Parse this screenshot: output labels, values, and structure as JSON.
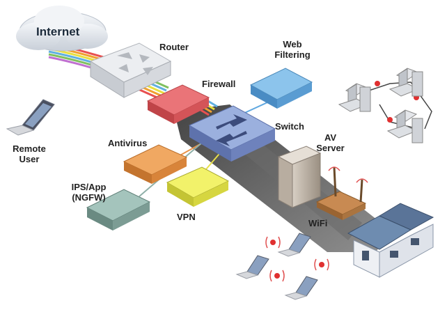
{
  "labels": {
    "internet": "Internet",
    "router": "Router",
    "firewall": "Firewall",
    "web_filtering_line1": "Web",
    "web_filtering_line2": "Filtering",
    "switch": "Switch",
    "antivirus": "Antivirus",
    "remote_user_line1": "Remote",
    "remote_user_line2": "User",
    "av_server_line1": "AV",
    "av_server_line2": "Server",
    "ips_line1": "IPS/App",
    "ips_line2": "(NGFW)",
    "vpn": "VPN",
    "wifi": "WiFi"
  },
  "colors": {
    "router": "#e4e6ea",
    "firewall": "#e05a5e",
    "web_filtering": "#6aaee0",
    "switch": "#7f97cf",
    "antivirus": "#e8944a",
    "vpn": "#e8e84a",
    "ips": "#8fb0a8",
    "backbone": "#4a4a4a",
    "cloud": "#dfe4ea",
    "wifi_ripple": "#e05050",
    "link_dot": "#e03030"
  },
  "icons": [
    "cloud-icon",
    "router-icon",
    "firewall-icon",
    "web-filter-icon",
    "switch-icon",
    "antivirus-icon",
    "ips-icon",
    "vpn-icon",
    "server-icon",
    "wifi-router-icon",
    "house-icon",
    "laptop-icon",
    "desktop-icon"
  ]
}
